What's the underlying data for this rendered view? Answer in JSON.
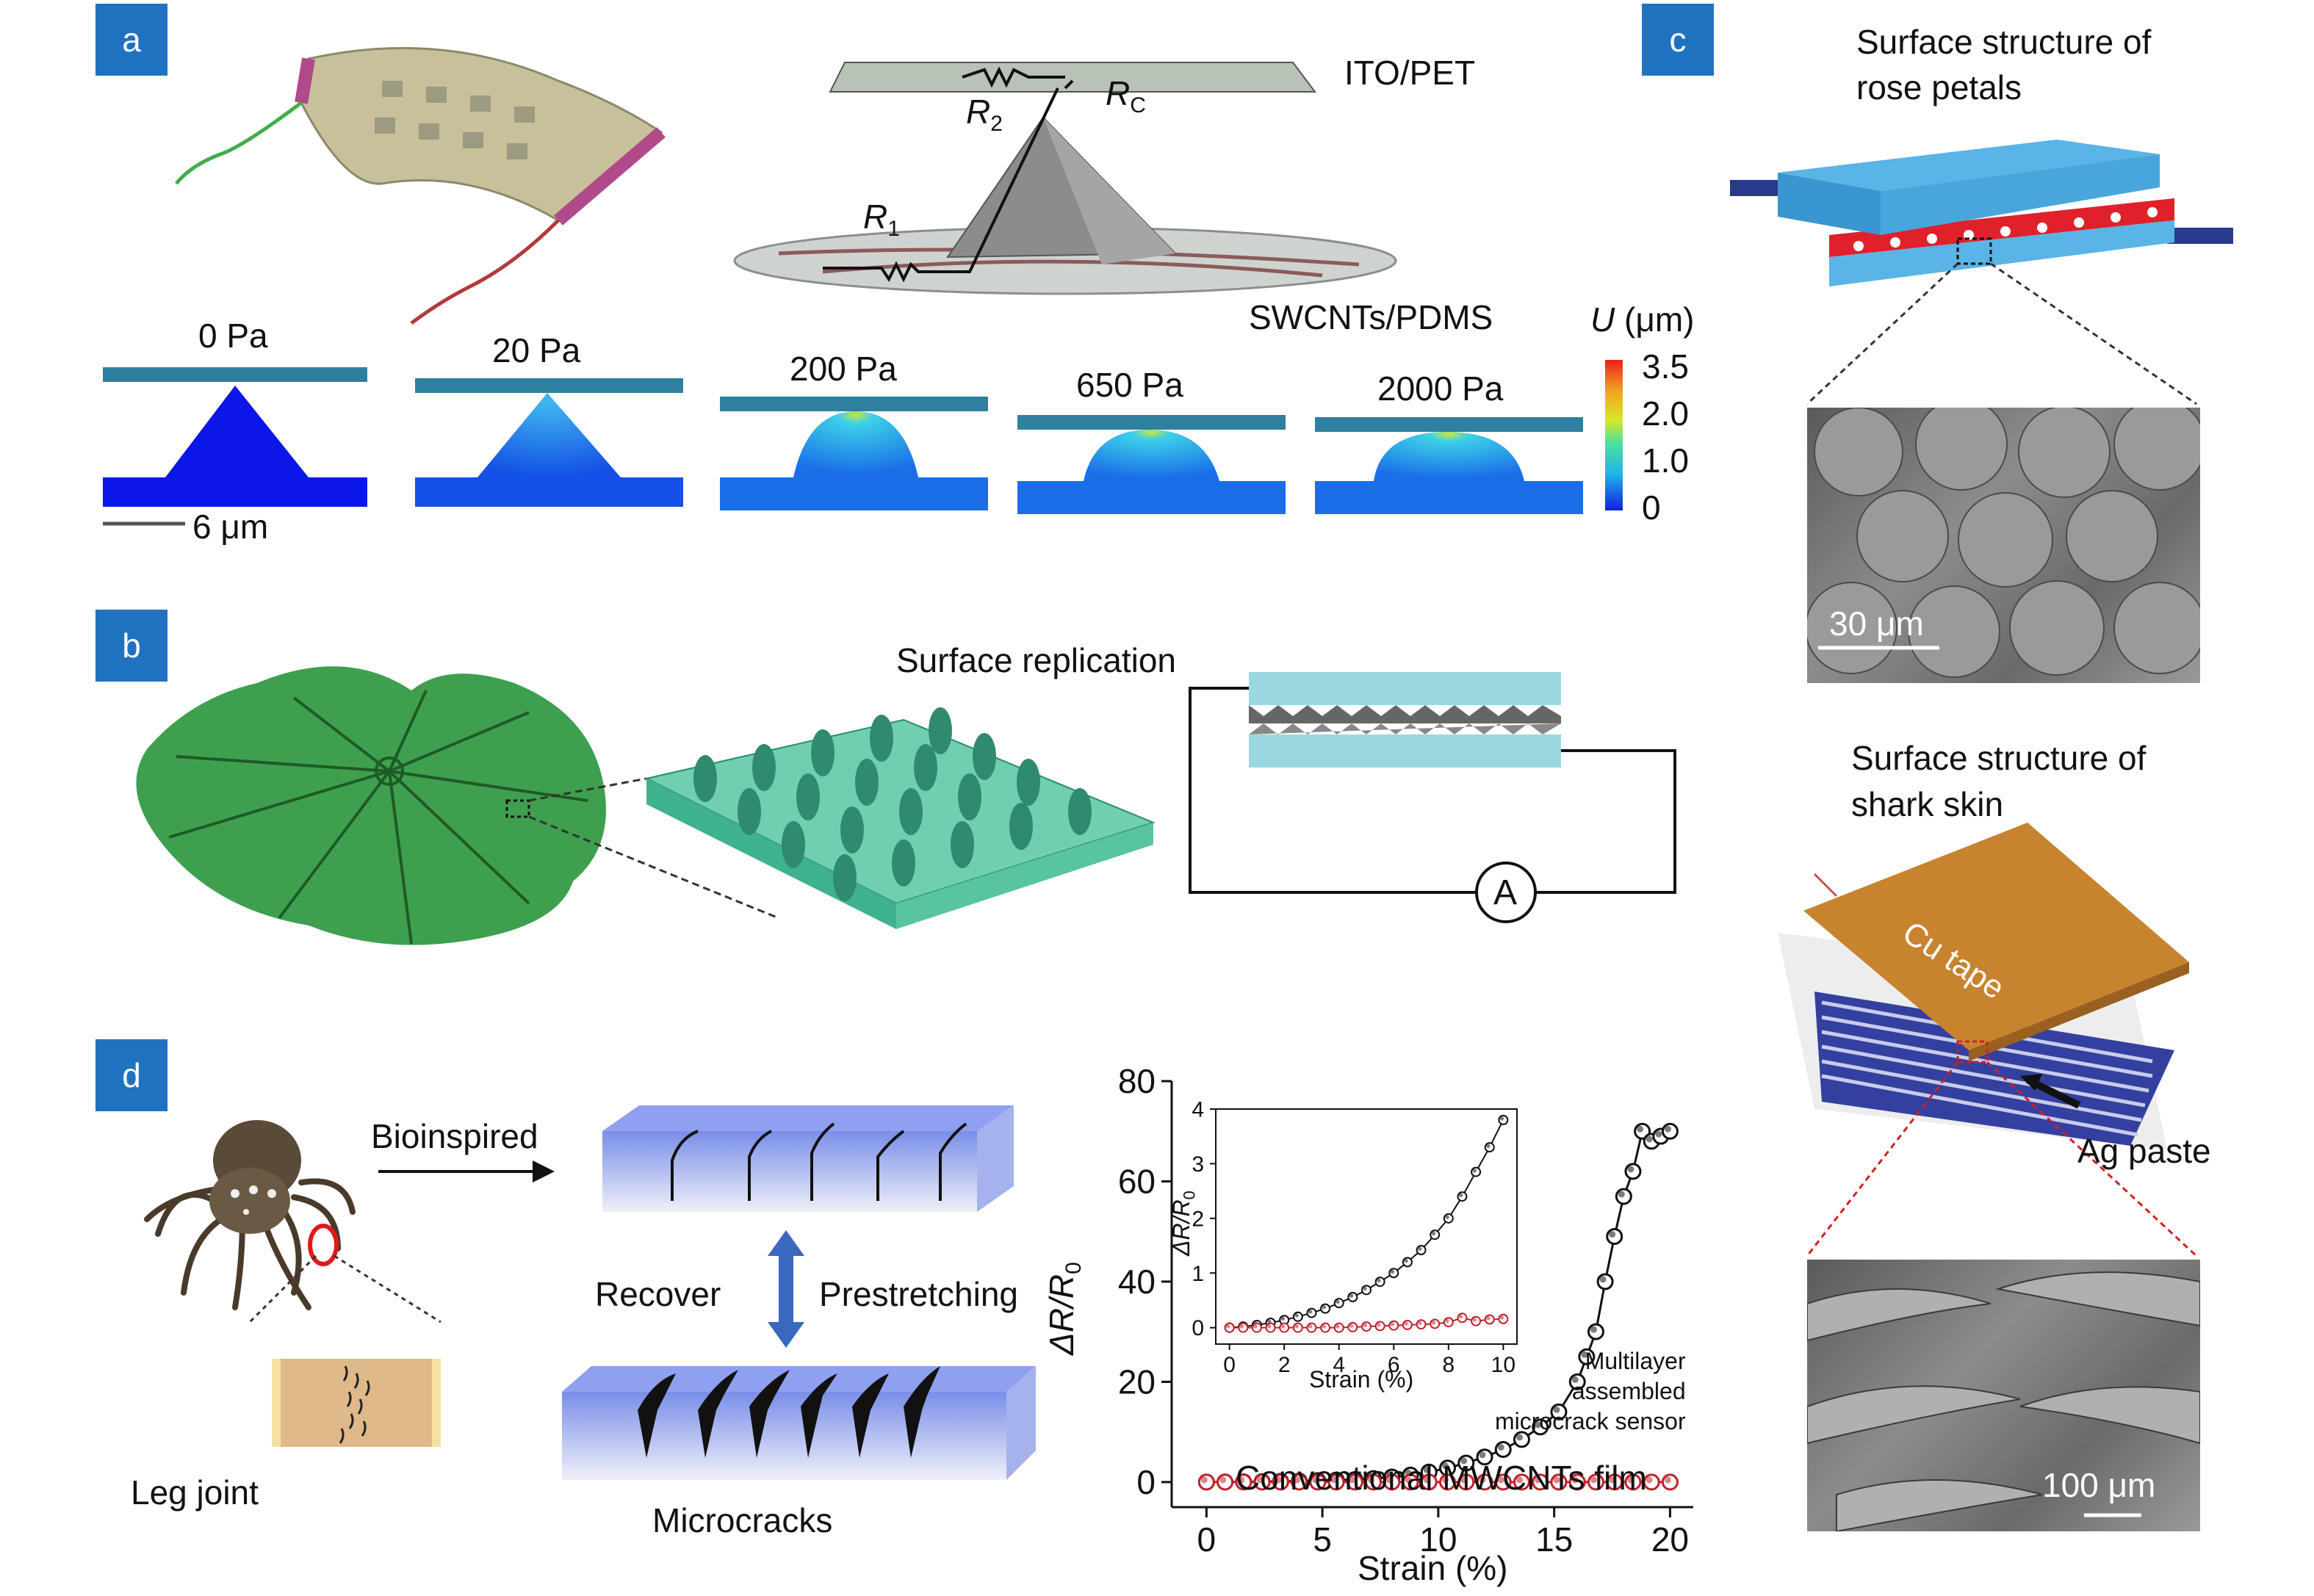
{
  "panels": {
    "a": {
      "label": "a",
      "ito_label": "ITO/PET",
      "swcnt_label": "SWCNTs/PDMS",
      "r1": "R",
      "r1_sub": "1",
      "r2": "R",
      "r2_sub": "2",
      "rc": "R",
      "rc_sub": "C",
      "pressures": [
        "0 Pa",
        "20 Pa",
        "200 Pa",
        "650 Pa",
        "2000 Pa"
      ],
      "scale": "6 μm",
      "colorbar": {
        "title_symbol": "U",
        "title_unit": " (μm)",
        "ticks": [
          "3.5",
          "2.0",
          "1.0",
          "0"
        ]
      }
    },
    "b": {
      "label": "b",
      "replication": "Surface replication",
      "ammeter": "A"
    },
    "c": {
      "label": "c",
      "rose_title_1": "Surface structure of",
      "rose_title_2": "rose petals",
      "rose_scale": "30 μm",
      "shark_title_1": "Surface structure of",
      "shark_title_2": "shark skin",
      "cu_tape": "Cu tape",
      "ag_paste": "Ag paste",
      "shark_scale": "100 μm"
    },
    "d": {
      "label": "d",
      "bioinspired": "Bioinspired",
      "recover": "Recover",
      "prestretching": "Prestretching",
      "leg_joint": "Leg joint",
      "microcracks": "Microcracks"
    }
  },
  "chart_data": {
    "type": "scatter",
    "xlabel": "Strain (%)",
    "ylabel": "ΔR/R0",
    "xlim": [
      -1.5,
      21
    ],
    "ylim": [
      -5,
      80
    ],
    "xticks": [
      0,
      5,
      10,
      15,
      20
    ],
    "yticks": [
      0,
      20,
      40,
      60,
      80
    ],
    "annotations": [
      "Multilayer",
      "assembled",
      "microcrack sensor",
      "Conventional MWCNTs film"
    ],
    "series": [
      {
        "color": "#111111",
        "x": [
          0,
          0.8,
          1.6,
          2.4,
          3.2,
          4,
          4.8,
          5.6,
          6.4,
          7.2,
          8,
          8.8,
          9.6,
          10.4,
          11.2,
          12,
          12.8,
          13.6,
          14.4,
          15.2,
          16,
          16.4,
          16.8,
          17.2,
          17.6,
          18,
          18.4,
          18.8,
          19.2,
          19.6,
          20
        ],
        "y": [
          0,
          0.02,
          0.05,
          0.1,
          0.15,
          0.2,
          0.3,
          0.4,
          0.5,
          0.7,
          1,
          1.4,
          2,
          2.8,
          3.8,
          5,
          6.5,
          8.5,
          11,
          14,
          20,
          25,
          30,
          40,
          49,
          57,
          62,
          70,
          68,
          69,
          70
        ]
      },
      {
        "color": "#c0202a",
        "x": [
          0,
          0.8,
          1.6,
          2.4,
          3.2,
          4,
          4.8,
          5.6,
          6.4,
          7.2,
          8,
          8.8,
          9.6,
          10.4,
          11.2,
          12,
          12.8,
          13.6,
          14.4,
          15.2,
          16,
          16.8,
          17.6,
          18.4,
          19.2,
          20
        ],
        "y": [
          0,
          0,
          0,
          0,
          0,
          0,
          0,
          0,
          0,
          0,
          0,
          0,
          0,
          0,
          0,
          0,
          0,
          0,
          0,
          0,
          0,
          0,
          0,
          0,
          0,
          0
        ]
      }
    ],
    "inset": {
      "xlabel": "Strain (%)",
      "ylabel": "ΔR/R0",
      "xlim": [
        -0.5,
        10.5
      ],
      "ylim": [
        -0.3,
        4
      ],
      "xticks": [
        0,
        2,
        4,
        6,
        8,
        10
      ],
      "yticks": [
        0,
        1,
        2,
        3,
        4
      ],
      "series": [
        {
          "color": "#111111",
          "x": [
            0,
            0.5,
            1,
            1.5,
            2,
            2.5,
            3,
            3.5,
            4,
            4.5,
            5,
            5.5,
            6,
            6.5,
            7,
            7.5,
            8,
            8.5,
            9,
            9.5,
            10
          ],
          "y": [
            0,
            0.02,
            0.05,
            0.09,
            0.14,
            0.2,
            0.27,
            0.35,
            0.45,
            0.56,
            0.69,
            0.84,
            1.0,
            1.2,
            1.42,
            1.7,
            2.0,
            2.4,
            2.85,
            3.3,
            3.8
          ]
        },
        {
          "color": "#c0202a",
          "x": [
            0,
            0.5,
            1,
            1.5,
            2,
            2.5,
            3,
            3.5,
            4,
            4.5,
            5,
            5.5,
            6,
            6.5,
            7,
            7.5,
            8,
            8.5,
            9,
            9.5,
            10
          ],
          "y": [
            0,
            0,
            0,
            0,
            0,
            0,
            0,
            0,
            0,
            0.01,
            0.02,
            0.03,
            0.04,
            0.05,
            0.06,
            0.07,
            0.1,
            0.18,
            0.12,
            0.15,
            0.16
          ]
        }
      ]
    }
  }
}
